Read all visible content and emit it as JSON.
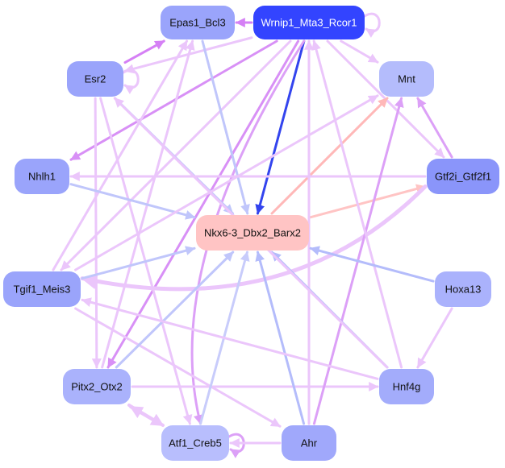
{
  "diagram": {
    "type": "directed-network",
    "nodes": [
      {
        "id": "Epas1_Bcl3",
        "label": "Epas1_Bcl3",
        "fill": "#9aa4fb",
        "text": "#111111"
      },
      {
        "id": "Wrnip1_Mta3_Rcor1",
        "label": "Wrnip1_Mta3_Rcor1",
        "fill": "#3344ff",
        "text": "#ffffff"
      },
      {
        "id": "Esr2",
        "label": "Esr2",
        "fill": "#9aa4fb",
        "text": "#111111"
      },
      {
        "id": "Mnt",
        "label": "Mnt",
        "fill": "#b4bcfc",
        "text": "#111111"
      },
      {
        "id": "Nhlh1",
        "label": "Nhlh1",
        "fill": "#9aa4fb",
        "text": "#111111"
      },
      {
        "id": "Gtf2i_Gtf2f1",
        "label": "Gtf2i_Gtf2f1",
        "fill": "#8a95fa",
        "text": "#111111"
      },
      {
        "id": "Nkx6-3_Dbx2_Barx2",
        "label": "Nkx6-3_Dbx2_Barx2",
        "fill": "#ffc4c4",
        "text": "#111111"
      },
      {
        "id": "Tgif1_Meis3",
        "label": "Tgif1_Meis3",
        "fill": "#9aa4fb",
        "text": "#111111"
      },
      {
        "id": "Hoxa13",
        "label": "Hoxa13",
        "fill": "#aab2fc",
        "text": "#111111"
      },
      {
        "id": "Pitx2_Otx2",
        "label": "Pitx2_Otx2",
        "fill": "#aab2fc",
        "text": "#111111"
      },
      {
        "id": "Hnf4g",
        "label": "Hnf4g",
        "fill": "#a3acfb",
        "text": "#111111"
      },
      {
        "id": "Atf1_Creb5",
        "label": "Atf1_Creb5",
        "fill": "#b8befd",
        "text": "#111111"
      },
      {
        "id": "Ahr",
        "label": "Ahr",
        "fill": "#a0a8fb",
        "text": "#111111"
      }
    ],
    "edges": [
      {
        "from": "Wrnip1_Mta3_Rcor1",
        "to": "Epas1_Bcl3",
        "color": "#d580f5",
        "weight": 3
      },
      {
        "from": "Wrnip1_Mta3_Rcor1",
        "to": "Wrnip1_Mta3_Rcor1",
        "color": "#ebc6fb",
        "weight": 3
      },
      {
        "from": "Wrnip1_Mta3_Rcor1",
        "to": "Nkx6-3_Dbx2_Barx2",
        "color": "#3344ee",
        "weight": 3
      },
      {
        "from": "Wrnip1_Mta3_Rcor1",
        "to": "Mnt",
        "color": "#ebc6fb",
        "weight": 3
      },
      {
        "from": "Wrnip1_Mta3_Rcor1",
        "to": "Nhlh1",
        "color": "#d890f6",
        "weight": 3
      },
      {
        "from": "Wrnip1_Mta3_Rcor1",
        "to": "Esr2",
        "color": "#ebc6fb",
        "weight": 3
      },
      {
        "from": "Wrnip1_Mta3_Rcor1",
        "to": "Tgif1_Meis3",
        "color": "#ebc6fb",
        "weight": 3
      },
      {
        "from": "Wrnip1_Mta3_Rcor1",
        "to": "Pitx2_Otx2",
        "color": "#d890f6",
        "weight": 3
      },
      {
        "from": "Wrnip1_Mta3_Rcor1",
        "to": "Atf1_Creb5",
        "color": "#dca0f7",
        "weight": 3
      },
      {
        "from": "Wrnip1_Mta3_Rcor1",
        "to": "Gtf2i_Gtf2f1",
        "color": "#ebc6fb",
        "weight": 3
      },
      {
        "from": "Esr2",
        "to": "Epas1_Bcl3",
        "color": "#d580f5",
        "weight": 3
      },
      {
        "from": "Esr2",
        "to": "Esr2",
        "color": "#ebc6fb",
        "weight": 3
      },
      {
        "from": "Esr2",
        "to": "Nkx6-3_Dbx2_Barx2",
        "color": "#c0c6fb",
        "weight": 3
      },
      {
        "from": "Esr2",
        "to": "Atf1_Creb5",
        "color": "#ebc6fb",
        "weight": 3
      },
      {
        "from": "Esr2",
        "to": "Pitx2_Otx2",
        "color": "#ebc6fb",
        "weight": 3
      },
      {
        "from": "Epas1_Bcl3",
        "to": "Nkx6-3_Dbx2_Barx2",
        "color": "#c0c6fb",
        "weight": 3
      },
      {
        "from": "Tgif1_Meis3",
        "to": "Epas1_Bcl3",
        "color": "#ebc6fb",
        "weight": 3
      },
      {
        "from": "Pitx2_Otx2",
        "to": "Epas1_Bcl3",
        "color": "#ebc6fb",
        "weight": 3
      },
      {
        "from": "Nkx6-3_Dbx2_Barx2",
        "to": "Mnt",
        "color": "#ffb8b8",
        "weight": 3
      },
      {
        "from": "Nkx6-3_Dbx2_Barx2",
        "to": "Gtf2i_Gtf2f1",
        "color": "#ffc4c4",
        "weight": 3
      },
      {
        "from": "Gtf2i_Gtf2f1",
        "to": "Mnt",
        "color": "#dca0f7",
        "weight": 3
      },
      {
        "from": "Gtf2i_Gtf2f1",
        "to": "Tgif1_Meis3",
        "color": "#ebc6fb",
        "weight": 5
      },
      {
        "from": "Gtf2i_Gtf2f1",
        "to": "Nhlh1",
        "color": "#ebc6fb",
        "weight": 3
      },
      {
        "from": "Nhlh1",
        "to": "Nkx6-3_Dbx2_Barx2",
        "color": "#c0c6fb",
        "weight": 3
      },
      {
        "from": "Tgif1_Meis3",
        "to": "Nkx6-3_Dbx2_Barx2",
        "color": "#c0c6fb",
        "weight": 3
      },
      {
        "from": "Tgif1_Meis3",
        "to": "Ahr",
        "color": "#ebc6fb",
        "weight": 3
      },
      {
        "from": "Tgif1_Meis3",
        "to": "Mnt",
        "color": "#ebc6fb",
        "weight": 3
      },
      {
        "from": "Pitx2_Otx2",
        "to": "Nkx6-3_Dbx2_Barx2",
        "color": "#c0c6fb",
        "weight": 3
      },
      {
        "from": "Pitx2_Otx2",
        "to": "Hnf4g",
        "color": "#ebc6fb",
        "weight": 3
      },
      {
        "from": "Pitx2_Otx2",
        "to": "Atf1_Creb5",
        "color": "#ebc6fb",
        "weight": 4
      },
      {
        "from": "Atf1_Creb5",
        "to": "Pitx2_Otx2",
        "color": "#ebc6fb",
        "weight": 4
      },
      {
        "from": "Atf1_Creb5",
        "to": "Nkx6-3_Dbx2_Barx2",
        "color": "#c8ccfb",
        "weight": 3
      },
      {
        "from": "Atf1_Creb5",
        "to": "Atf1_Creb5",
        "color": "#dca0f7",
        "weight": 3
      },
      {
        "from": "Ahr",
        "to": "Atf1_Creb5",
        "color": "#ebc6fb",
        "weight": 3
      },
      {
        "from": "Ahr",
        "to": "Nkx6-3_Dbx2_Barx2",
        "color": "#b4bcfb",
        "weight": 3
      },
      {
        "from": "Ahr",
        "to": "Wrnip1_Mta3_Rcor1",
        "color": "#ebc6fb",
        "weight": 3
      },
      {
        "from": "Ahr",
        "to": "Mnt",
        "color": "#dca0f7",
        "weight": 3
      },
      {
        "from": "Hnf4g",
        "to": "Nkx6-3_Dbx2_Barx2",
        "color": "#b4bcfb",
        "weight": 3
      },
      {
        "from": "Hnf4g",
        "to": "Wrnip1_Mta3_Rcor1",
        "color": "#ebc6fb",
        "weight": 3
      },
      {
        "from": "Hnf4g",
        "to": "Esr2",
        "color": "#ebc6fb",
        "weight": 3
      },
      {
        "from": "Hnf4g",
        "to": "Tgif1_Meis3",
        "color": "#ebc6fb",
        "weight": 3
      },
      {
        "from": "Hoxa13",
        "to": "Nkx6-3_Dbx2_Barx2",
        "color": "#b4bcfb",
        "weight": 3
      },
      {
        "from": "Hoxa13",
        "to": "Hnf4g",
        "color": "#ebc6fb",
        "weight": 3
      }
    ]
  }
}
